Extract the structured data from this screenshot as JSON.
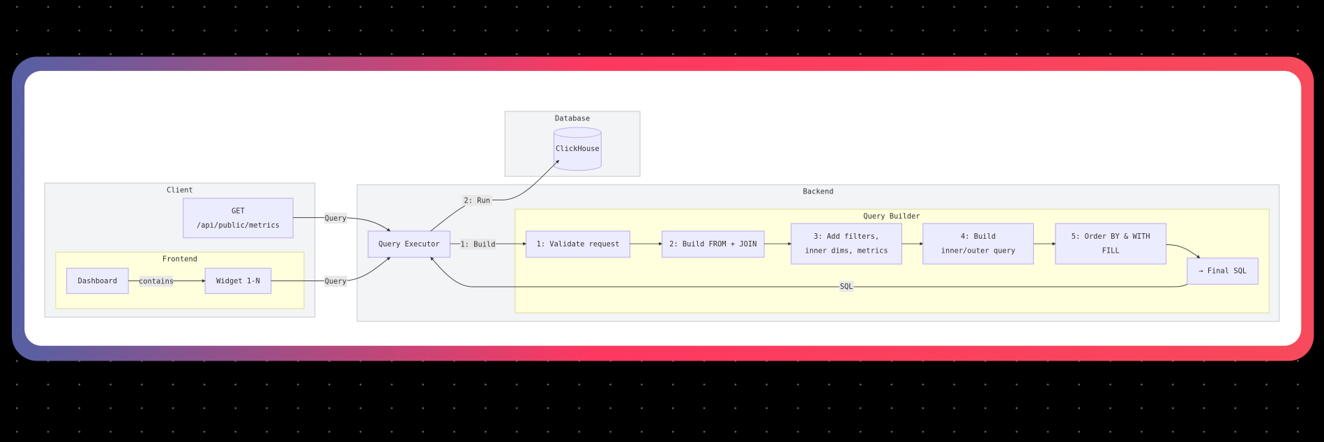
{
  "colors": {
    "frame_gradient_start": "#5660a4",
    "frame_gradient_mid": "#ff3860",
    "frame_gradient_end": "#f74a5c",
    "node_fill": "#ececff",
    "cluster_fill": "#f3f4f6",
    "subcluster_fill": "#ffffde"
  },
  "clusters": {
    "database": "Database",
    "client": "Client",
    "frontend": "Frontend",
    "backend": "Backend",
    "query_builder": "Query Builder"
  },
  "nodes": {
    "clickhouse": "ClickHouse",
    "get_line1": "GET",
    "get_line2": "/api/public/metrics",
    "dashboard": "Dashboard",
    "widget": "Widget 1-N",
    "query_executor": "Query Executor",
    "validate": "1: Validate request",
    "build_from": "2: Build FROM + JOIN",
    "filters_line1": "3: Add filters,",
    "filters_line2": "inner dims, metrics",
    "inner_outer_line1": "4: Build",
    "inner_outer_line2": "inner/outer query",
    "order_line1": "5: Order BY & WITH",
    "order_line2": "FILL",
    "final_sql": "→ Final SQL"
  },
  "edges": {
    "get_query": "Query",
    "widget_query": "Query",
    "contains": "contains",
    "build": "1: Build",
    "run": "2: Run",
    "sql": "SQL"
  }
}
